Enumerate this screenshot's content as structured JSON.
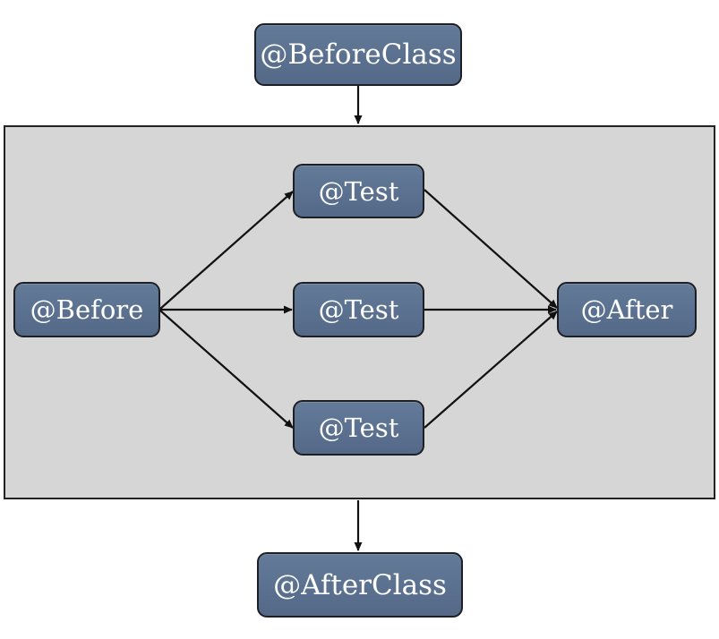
{
  "diagram": {
    "nodes": {
      "before_class": "@BeforeClass",
      "before": "@Before",
      "test_1": "@Test",
      "test_2": "@Test",
      "test_3": "@Test",
      "after": "@After",
      "after_class": "@AfterClass"
    },
    "edges": [
      {
        "from": "before_class",
        "to": "group"
      },
      {
        "from": "before",
        "to": "test_1"
      },
      {
        "from": "before",
        "to": "test_2"
      },
      {
        "from": "before",
        "to": "test_3"
      },
      {
        "from": "test_1",
        "to": "after"
      },
      {
        "from": "test_2",
        "to": "after"
      },
      {
        "from": "test_3",
        "to": "after"
      },
      {
        "from": "group",
        "to": "after_class"
      }
    ],
    "colors": {
      "node_fill": "#5a6f8e",
      "node_border": "#1c1f24",
      "group_fill": "#d6d6d6",
      "arrow": "#111111"
    }
  }
}
